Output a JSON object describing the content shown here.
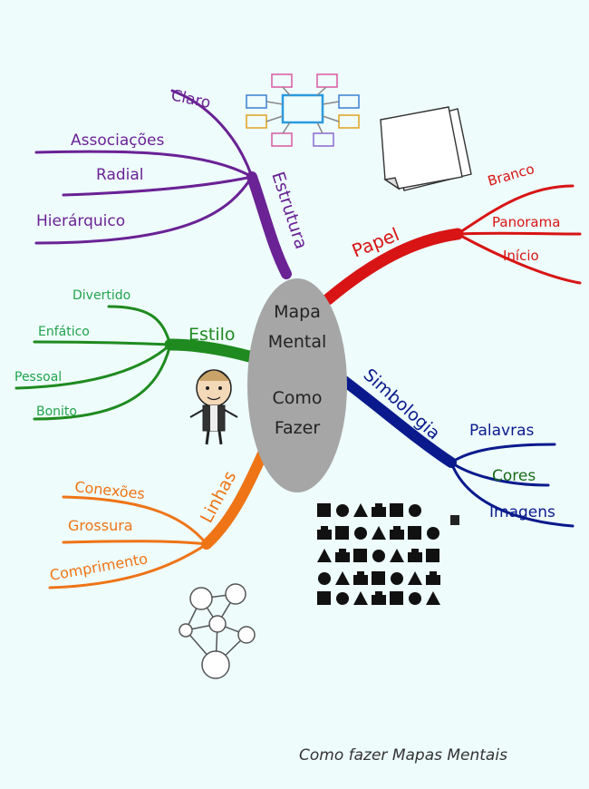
{
  "center": {
    "line1": "Mapa",
    "line2": "Mental",
    "line3": "Como",
    "line4": "Fazer"
  },
  "colors": {
    "estrutura": "#6a2294",
    "papel": "#d81414",
    "estilo": "#1f8a1f",
    "simbologia": "#0a1a8c",
    "linhas": "#ee7416",
    "center": "#a6a6a6"
  },
  "branches": {
    "estrutura": {
      "label": "Estrutura",
      "items": [
        "Claro",
        "Associações",
        "Radial",
        "Hierárquico"
      ]
    },
    "papel": {
      "label": "Papel",
      "items": [
        "Branco",
        "Panorama",
        "Início"
      ]
    },
    "estilo": {
      "label": "Estilo",
      "items": [
        "Divertido",
        "Enfático",
        "Pessoal",
        "Bonito"
      ]
    },
    "simbologia": {
      "label": "Simbologia",
      "items": [
        "Palavras",
        "Cores",
        "Imagens"
      ]
    },
    "linhas": {
      "label": "Linhas",
      "items": [
        "Conexões",
        "Grossura",
        "Comprimento"
      ]
    }
  },
  "icons": [
    "network-diagram-icon",
    "paper-sheets-icon",
    "boy-figure-icon",
    "symbol-grid-icon",
    "node-network-icon"
  ],
  "footer": "Como fazer Mapas Mentais"
}
